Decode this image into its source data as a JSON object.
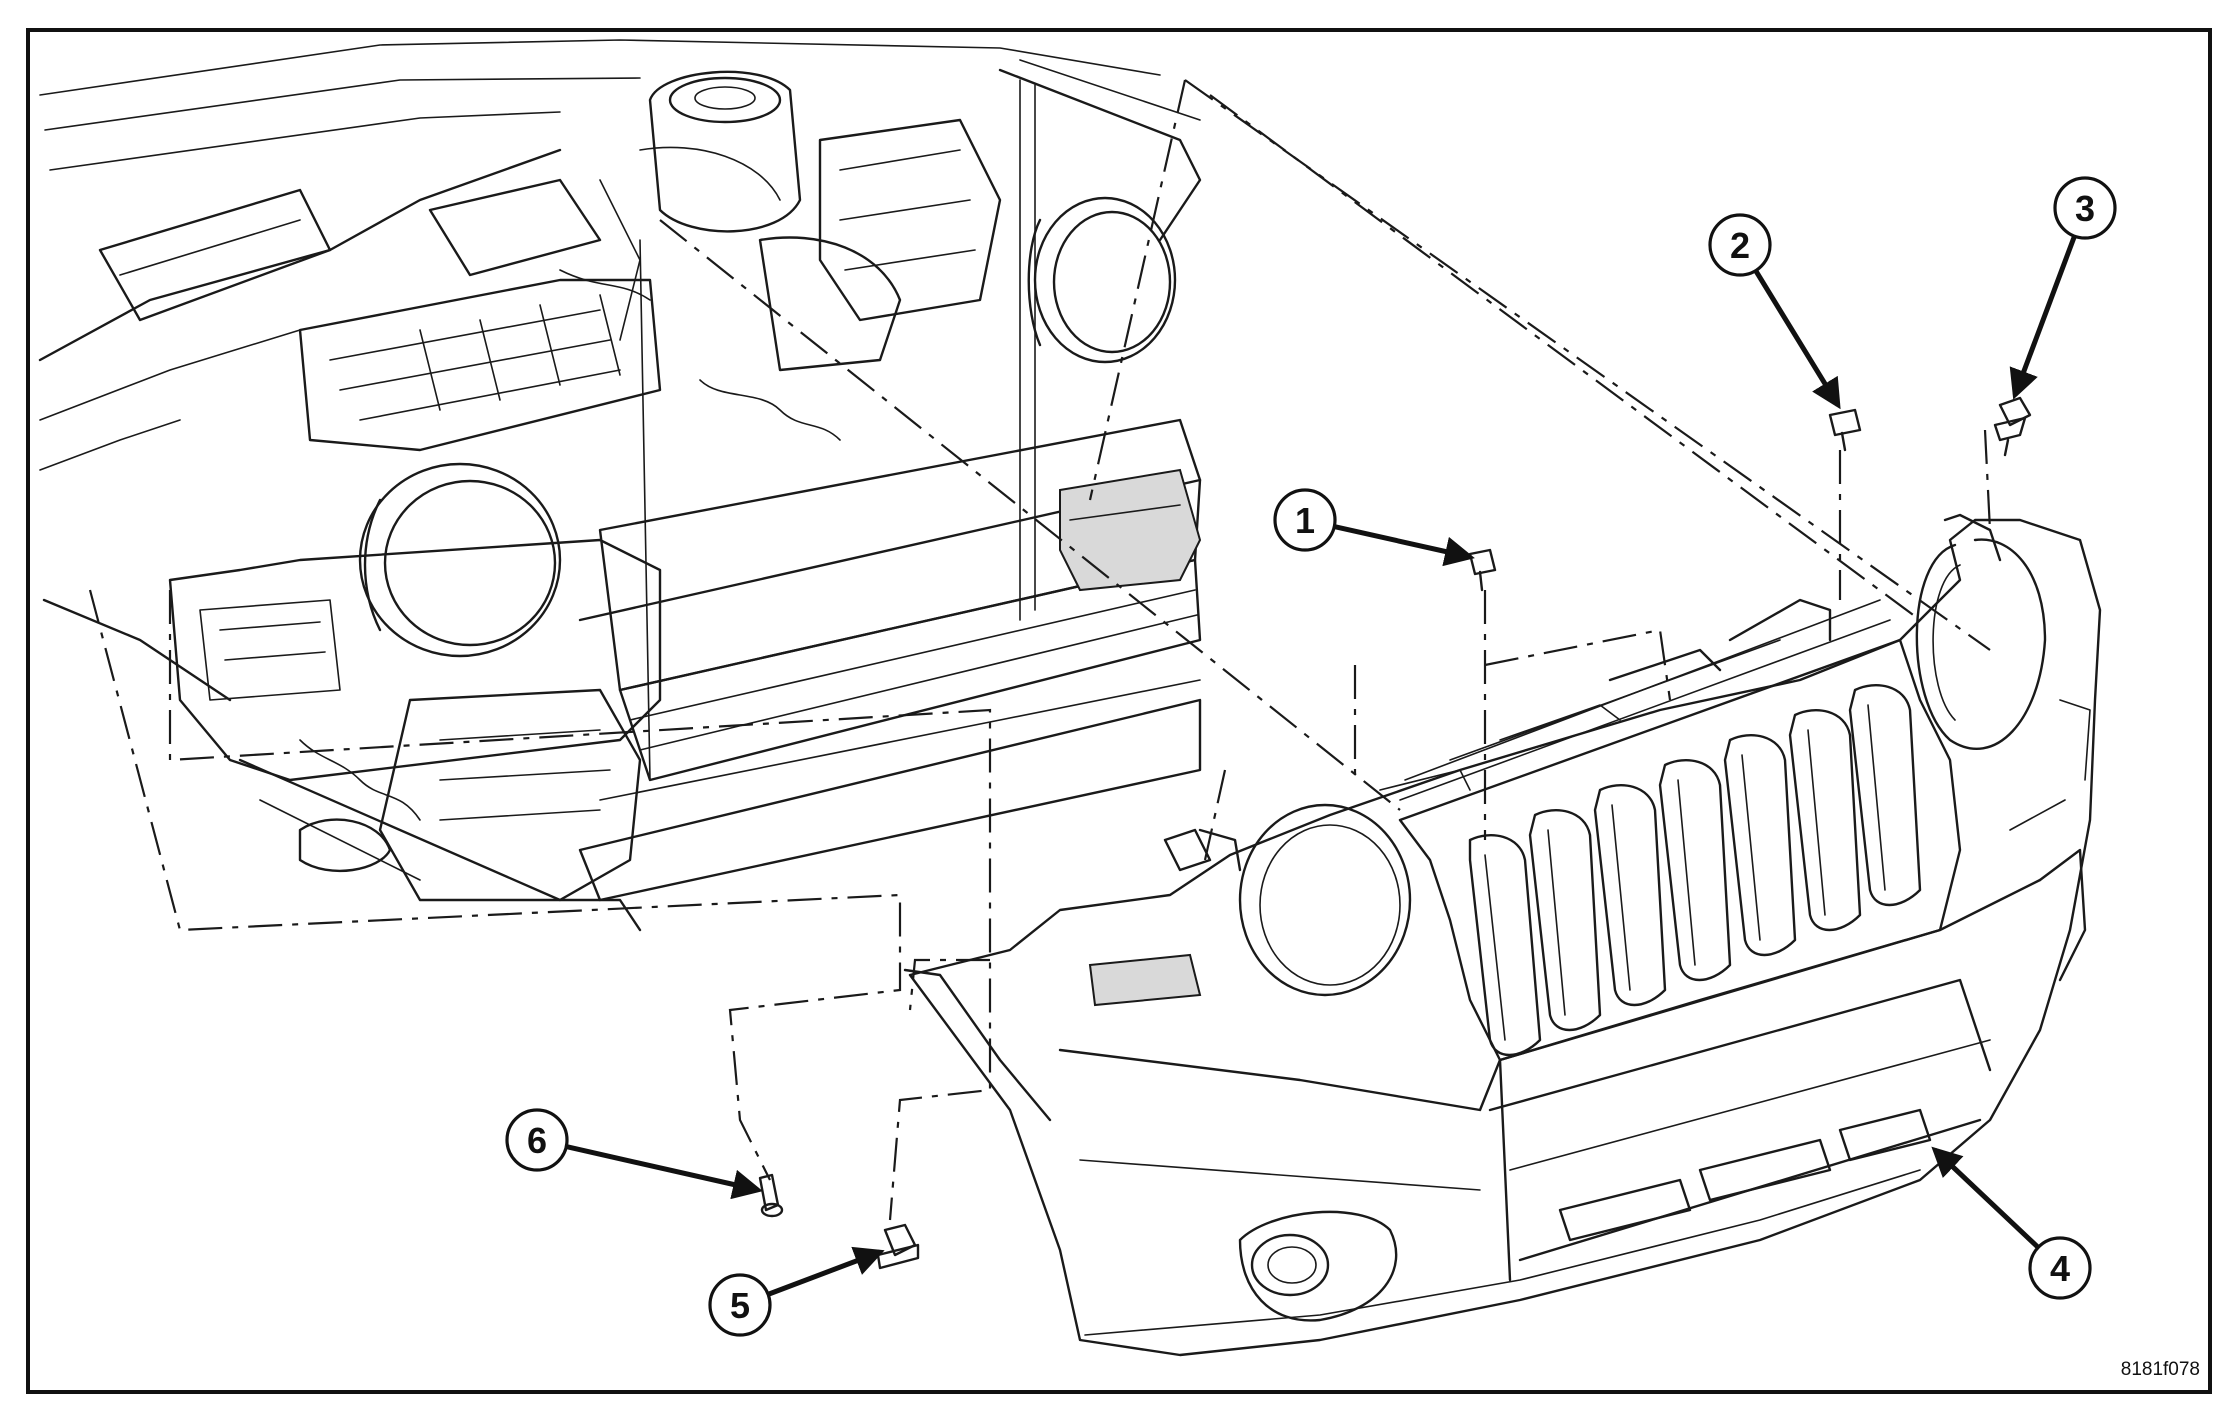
{
  "figure_id": "8181f078",
  "callouts": [
    {
      "label": "1",
      "part": "bolt"
    },
    {
      "label": "2",
      "part": "bolt"
    },
    {
      "label": "3",
      "part": "push-pin retainer"
    },
    {
      "label": "4",
      "part": "front fascia"
    },
    {
      "label": "5",
      "part": "lower fastener"
    },
    {
      "label": "6",
      "part": "lower screw"
    }
  ],
  "colors": {
    "line": "#1a1a1a",
    "background": "#ffffff",
    "shade": "#d9d9d9"
  }
}
